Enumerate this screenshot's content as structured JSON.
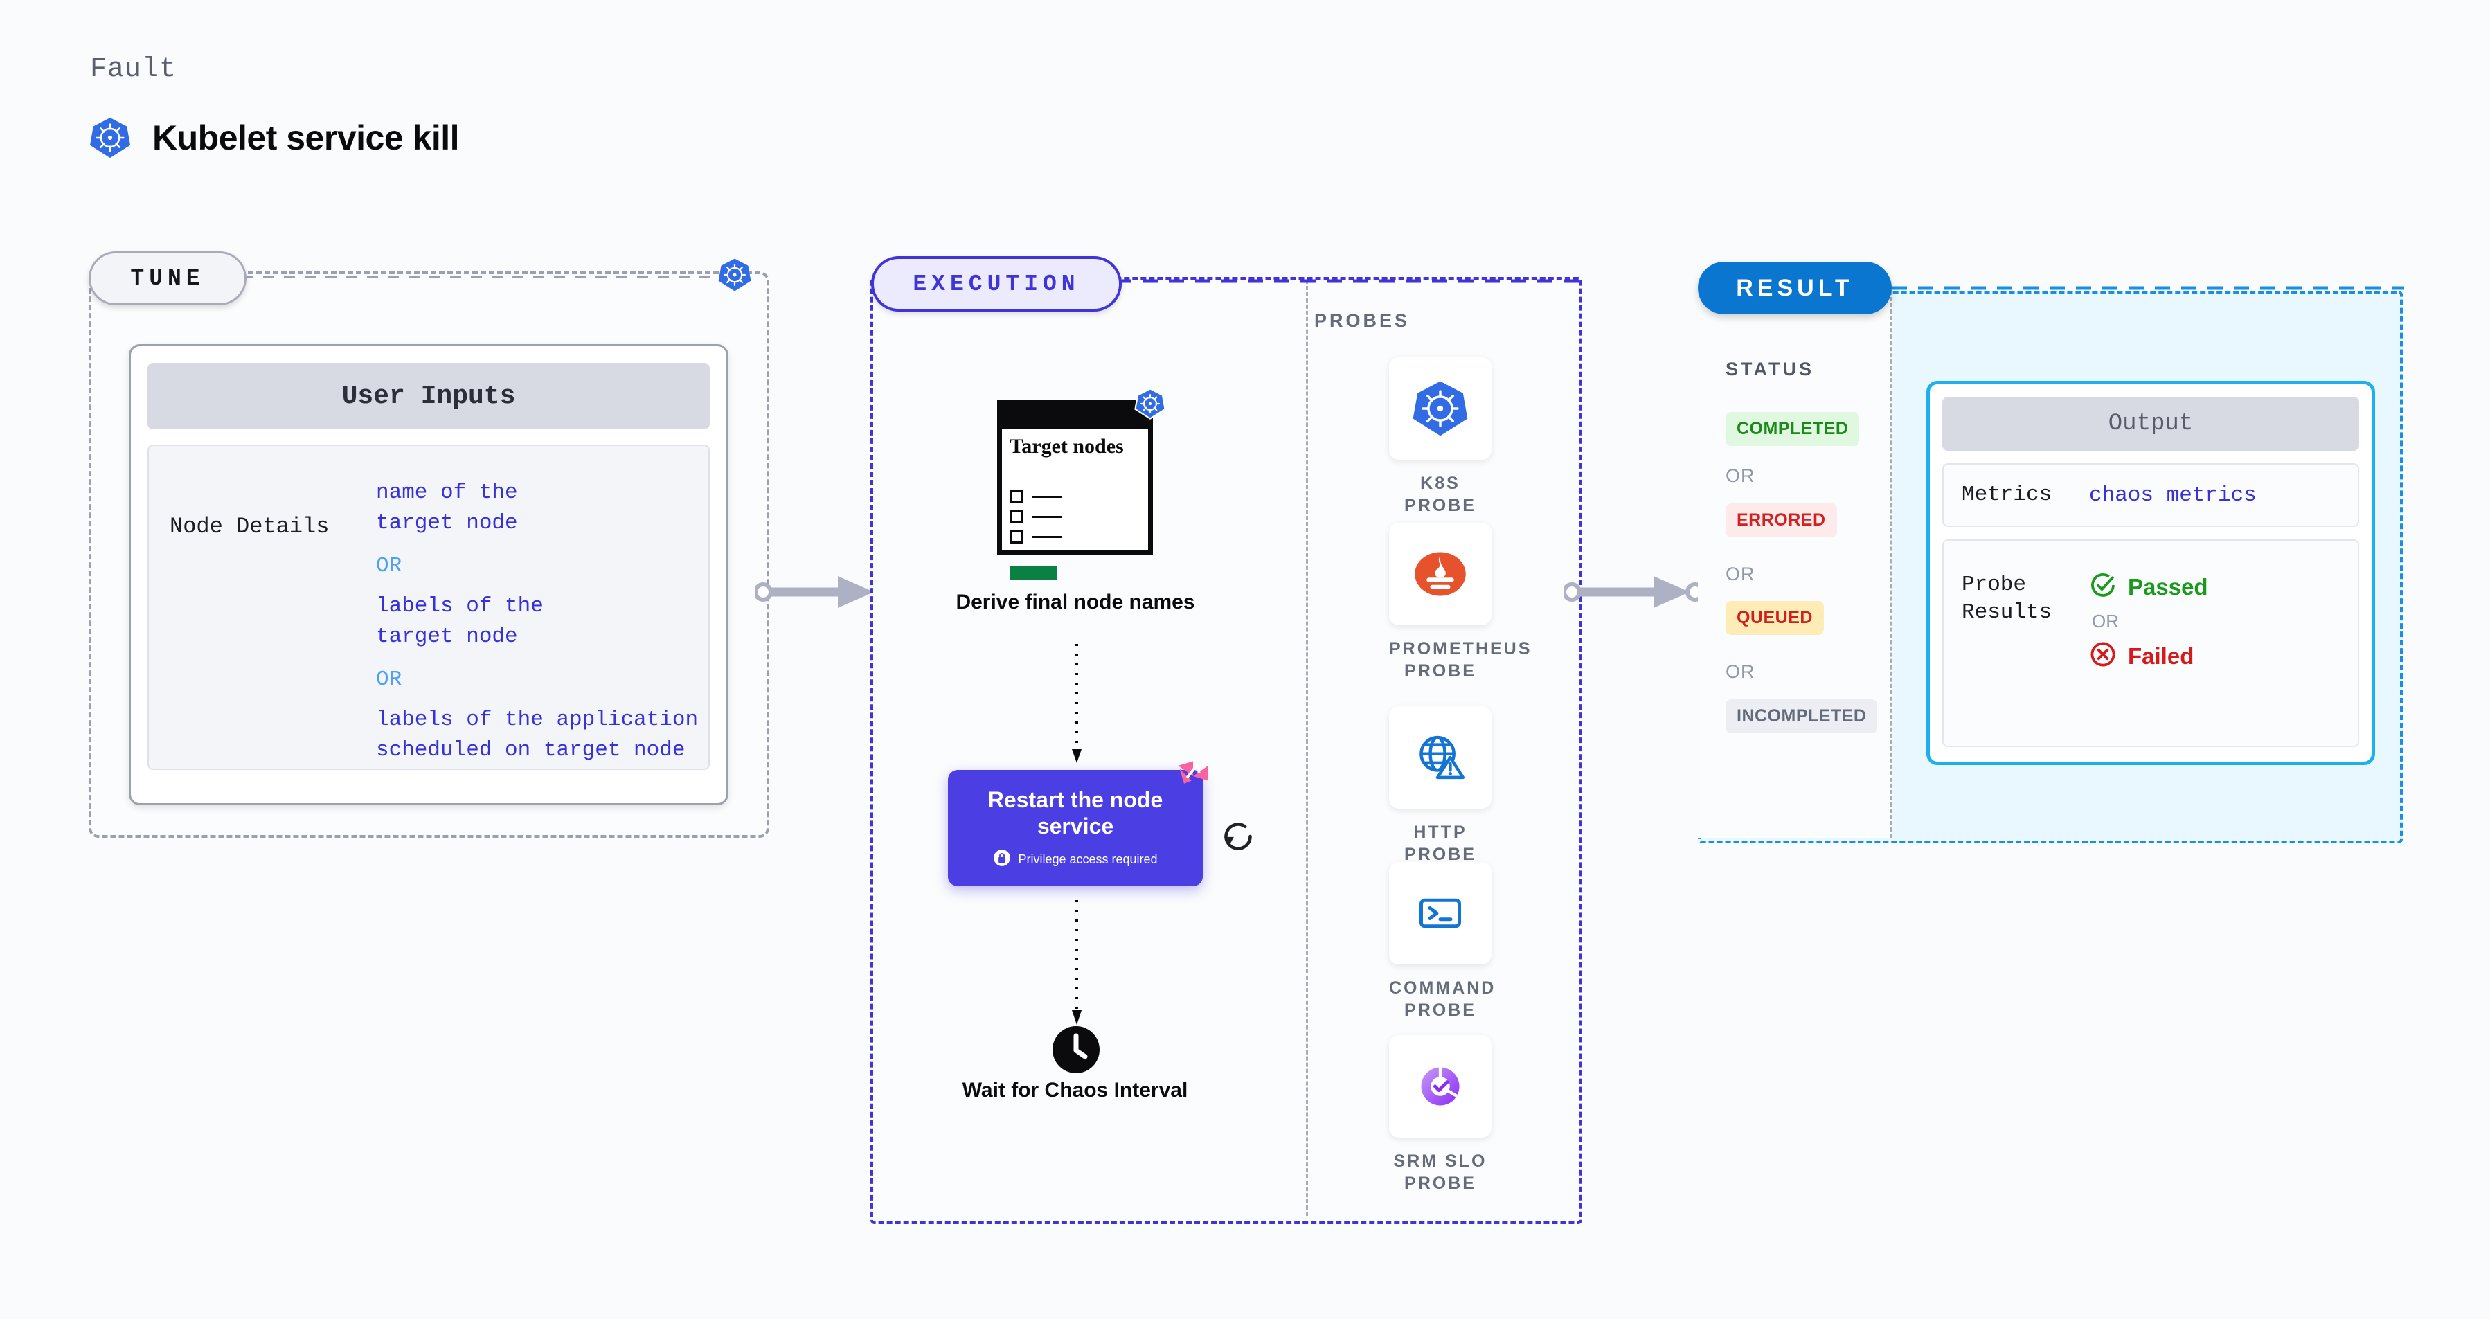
{
  "header": {
    "eyebrow": "Fault",
    "title": "Kubelet service kill",
    "icon": "kubernetes-icon"
  },
  "tune": {
    "chip_label": "TUNE",
    "badge_icon": "kubernetes-icon",
    "card": {
      "header": "User Inputs",
      "rows": [
        {
          "key": "Node Details",
          "values": [
            "name of the target node",
            "labels of the target node",
            "labels of the application scheduled on target node"
          ],
          "separator": "OR"
        }
      ]
    }
  },
  "execution": {
    "chip_label": "EXECUTION",
    "steps": [
      {
        "id": "derive-final-node-names",
        "label": "Derive final node names",
        "image_title": "Target nodes",
        "badge_icon": "kubernetes-icon"
      },
      {
        "id": "restart-node-service",
        "label": "Restart the node service",
        "sublabel": "Privilege access required",
        "lock_icon": "lock-icon",
        "badge_icon": "harness-icon",
        "side_icon": "repeat-icon",
        "color": "#4b3ee3"
      },
      {
        "id": "wait-for-chaos-interval",
        "label": "Wait for Chaos Interval",
        "icon": "clock-icon"
      }
    ],
    "probes": {
      "title": "PROBES",
      "items": [
        {
          "label": "K8S PROBE",
          "icon": "kubernetes-icon"
        },
        {
          "label": "PROMETHEUS PROBE",
          "icon": "prometheus-icon"
        },
        {
          "label": "HTTP PROBE",
          "icon": "globe-warning-icon"
        },
        {
          "label": "COMMAND PROBE",
          "icon": "terminal-icon"
        },
        {
          "label": "SRM SLO PROBE",
          "icon": "slo-donut-icon"
        }
      ]
    }
  },
  "result": {
    "chip_label": "RESULT",
    "status": {
      "title": "STATUS",
      "separator": "OR",
      "badges": [
        {
          "label": "COMPLETED",
          "bg": "#e0f7e0",
          "fg": "#1a8a1a"
        },
        {
          "label": "ERRORED",
          "bg": "#fdeaea",
          "fg": "#d12121"
        },
        {
          "label": "QUEUED",
          "bg": "#fdecb6",
          "fg": "#cf2020"
        },
        {
          "label": "INCOMPLETED",
          "bg": "#edeef3",
          "fg": "#636a7b"
        }
      ]
    },
    "output": {
      "header": "Output",
      "metrics_key": "Metrics",
      "metrics_value": "chaos metrics",
      "probe_key": "Probe Results",
      "passed_label": "Passed",
      "failed_label": "Failed",
      "separator": "OR",
      "passed_icon": "check-circle-icon",
      "failed_icon": "x-circle-icon"
    }
  },
  "colors": {
    "tune_border": "#9aa0ad",
    "execution_border": "#4034d8",
    "execution_fill": "#e5e4fb",
    "result_border": "#1a8fe0",
    "result_fill": "#e9f8fe",
    "output_border": "#1cb0ef",
    "accent_purple": "#4b3ee3",
    "link_blue": "#3731d8"
  }
}
